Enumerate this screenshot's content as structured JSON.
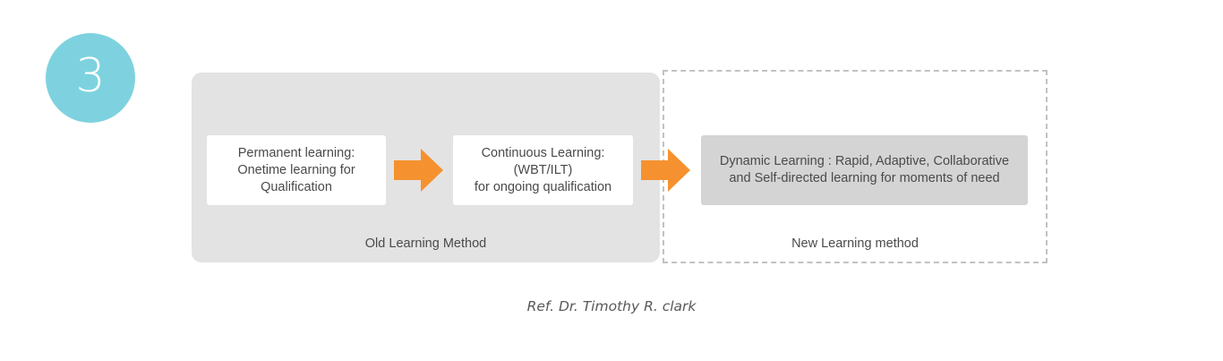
{
  "slide": {
    "step_number": "3",
    "reference": "Ref. Dr. Timothy R. clark"
  },
  "colors": {
    "badge": "#7ed2df",
    "old_panel": "#e3e3e3",
    "new_panel_border": "#c2c2c2",
    "arrow": "#f5922f",
    "card_gray": "#d4d4d4",
    "text": "#4a4a4a"
  },
  "old_method": {
    "caption": "Old Learning Method",
    "cards": [
      {
        "id": "permanent-learning",
        "lines": [
          "Permanent learning:",
          "Onetime learning for",
          "Qualification"
        ]
      },
      {
        "id": "continuous-learning",
        "lines": [
          "Continuous Learning:",
          "(WBT/ILT)",
          "for ongoing qualification"
        ]
      }
    ]
  },
  "new_method": {
    "caption": "New Learning method",
    "cards": [
      {
        "id": "dynamic-learning",
        "lines": [
          "Dynamic Learning : Rapid, Adaptive, Collaborative",
          "and Self-directed learning for moments of need"
        ]
      }
    ]
  },
  "arrows": [
    {
      "id": "arrow-old-first-to-second",
      "direction": "right"
    },
    {
      "id": "arrow-old-to-new",
      "direction": "right"
    }
  ]
}
